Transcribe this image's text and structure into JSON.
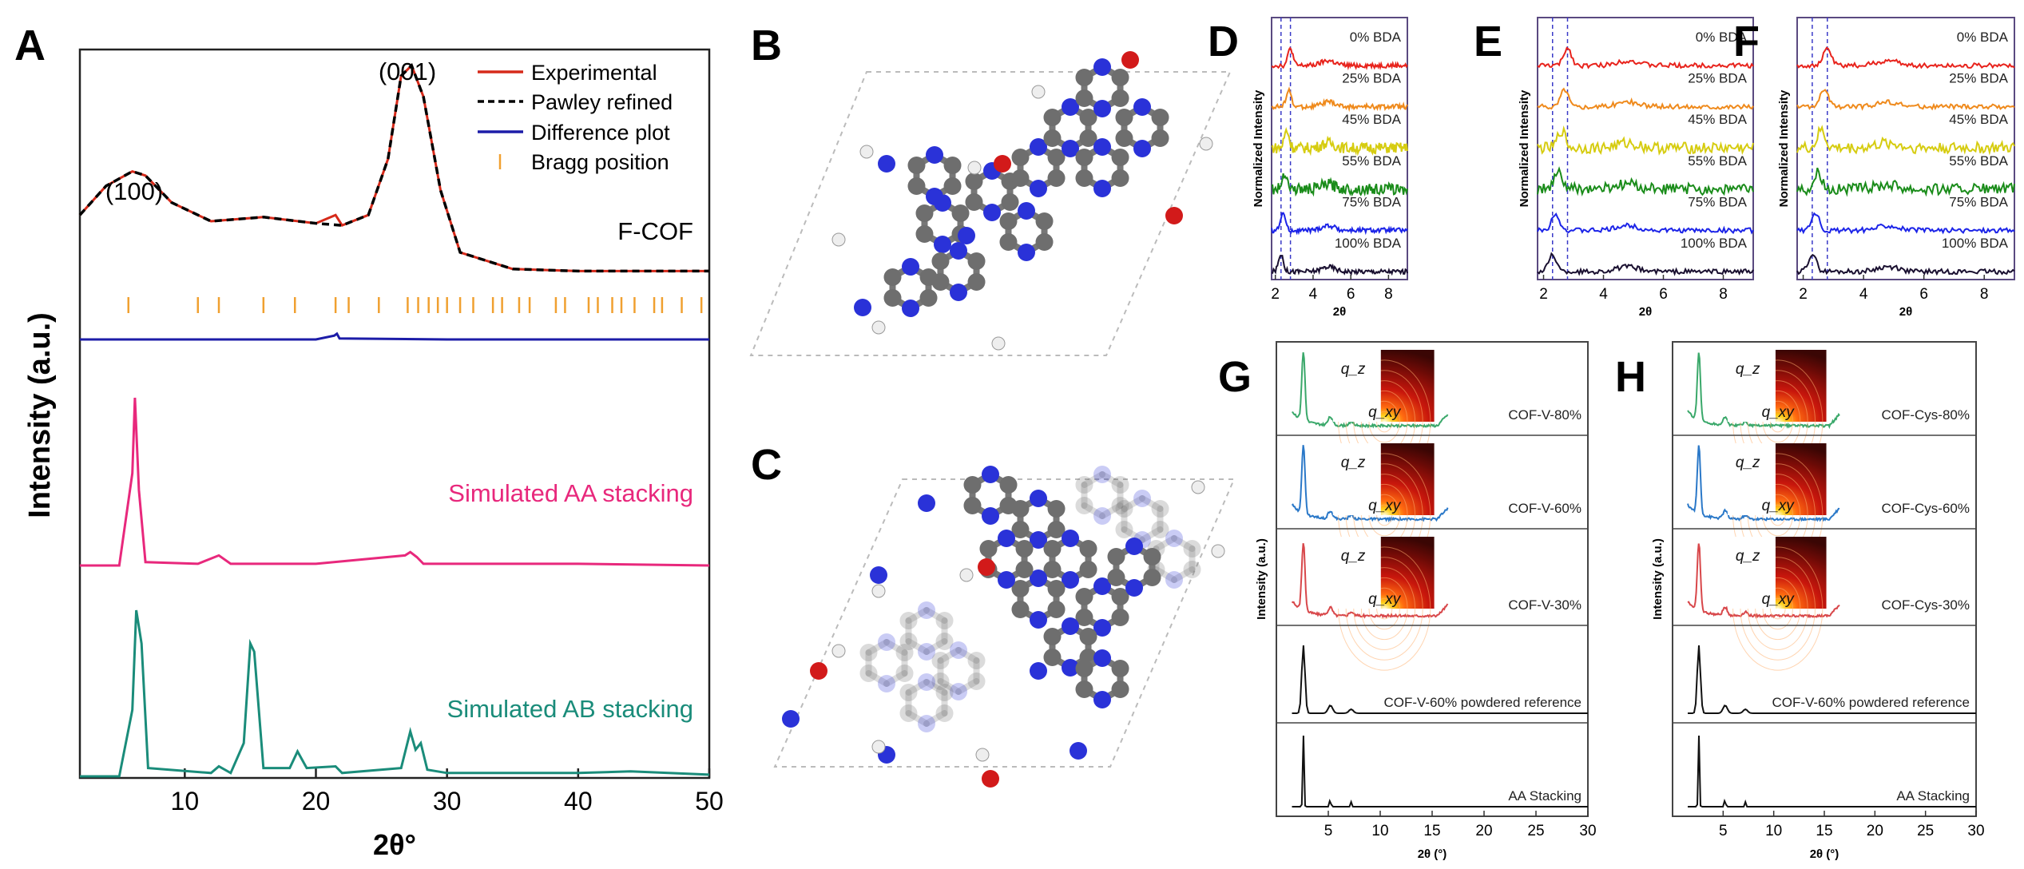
{
  "panel_labels": {
    "A": "A",
    "B": "B",
    "C": "C",
    "D": "D",
    "E": "E",
    "F": "F",
    "G": "G",
    "H": "H"
  },
  "chart_data": [
    {
      "panel": "A",
      "type": "line",
      "xlabel": "2θ°",
      "ylabel": "Intensity (a.u.)",
      "xlim": [
        2,
        50
      ],
      "xticks": [
        "10",
        "20",
        "30",
        "40",
        "50"
      ],
      "legend": [
        "Experimental",
        "Pawley refined",
        "Difference plot",
        "Bragg position"
      ],
      "legend_position": "top-right",
      "annotations": [
        "(100)",
        "(001)",
        "F-COF"
      ],
      "series": [
        {
          "name": "Experimental",
          "color": "#d62a1a",
          "x": [
            2,
            4,
            6,
            7,
            9,
            12,
            16,
            20,
            21.5,
            22,
            24,
            25.5,
            26.5,
            27.3,
            28.2,
            29.5,
            31,
            35,
            40,
            45,
            50
          ],
          "y": [
            0.28,
            0.42,
            0.49,
            0.47,
            0.34,
            0.25,
            0.27,
            0.24,
            0.28,
            0.23,
            0.28,
            0.55,
            0.95,
            1.0,
            0.85,
            0.4,
            0.1,
            0.02,
            0.01,
            0.01,
            0.01
          ]
        },
        {
          "name": "Pawley refined",
          "color": "#000000",
          "x": [
            2,
            4,
            6,
            7,
            9,
            12,
            16,
            20,
            22,
            24,
            25.5,
            26.5,
            27.3,
            28.2,
            29.5,
            31,
            35,
            40,
            45,
            50
          ],
          "y": [
            0.28,
            0.42,
            0.49,
            0.47,
            0.34,
            0.25,
            0.27,
            0.24,
            0.23,
            0.28,
            0.55,
            0.95,
            1.0,
            0.85,
            0.4,
            0.1,
            0.02,
            0.01,
            0.01,
            0.01
          ]
        },
        {
          "name": "Difference plot",
          "color": "#1c1ca8",
          "x": [
            2,
            10,
            20,
            21.4,
            21.6,
            21.8,
            30,
            40,
            50
          ],
          "y": [
            0,
            0,
            0,
            0.08,
            0.12,
            0.02,
            0,
            0,
            0
          ]
        },
        {
          "name": "Simulated AA stacking",
          "color": "#e8287c",
          "x": [
            2,
            5,
            6,
            6.2,
            6.5,
            7,
            11,
            12.6,
            13.5,
            20,
            26.8,
            27.2,
            27.7,
            28.2,
            30,
            40,
            50
          ],
          "y": [
            0,
            0,
            0.55,
            1.0,
            0.45,
            0.02,
            0.01,
            0.06,
            0.01,
            0.01,
            0.06,
            0.08,
            0.05,
            0.01,
            0.01,
            0.01,
            0
          ]
        },
        {
          "name": "Simulated AB stacking",
          "color": "#1a8c7a",
          "x": [
            2,
            5,
            6,
            6.3,
            6.7,
            7.2,
            12,
            12.6,
            13.5,
            14.5,
            15,
            15.3,
            16,
            18,
            18.6,
            19.3,
            21.5,
            22,
            26.5,
            27.2,
            27.6,
            28,
            28.5,
            30,
            40,
            44,
            50
          ],
          "y": [
            0,
            0,
            0.4,
            1.0,
            0.8,
            0.05,
            0.02,
            0.06,
            0.02,
            0.2,
            0.8,
            0.75,
            0.05,
            0.05,
            0.15,
            0.05,
            0.06,
            0.02,
            0.05,
            0.27,
            0.16,
            0.2,
            0.04,
            0.02,
            0.02,
            0.03,
            0.01
          ]
        }
      ],
      "series_labels": [
        "Simulated AA stacking",
        "Simulated AB stacking"
      ]
    },
    {
      "panel": "D",
      "type": "line",
      "xlabel": "2θ",
      "ylabel": "Normalized Intensity",
      "xlim": [
        1.8,
        9
      ],
      "xticks": [
        "2",
        "4",
        "6",
        "8"
      ],
      "series": [
        {
          "name": "0% BDA",
          "color": "#e8231c",
          "peak": 2.8
        },
        {
          "name": "25% BDA",
          "color": "#ef8a1c",
          "peak": 2.7
        },
        {
          "name": "45% BDA",
          "color": "#d6cc10",
          "peak": 2.6
        },
        {
          "name": "55% BDA",
          "color": "#1a8c1a",
          "peak": 2.5
        },
        {
          "name": "75% BDA",
          "color": "#1c24e8",
          "peak": 2.4
        },
        {
          "name": "100% BDA",
          "color": "#1a1030",
          "peak": 2.3
        }
      ]
    },
    {
      "panel": "E",
      "type": "line",
      "xlabel": "2θ",
      "ylabel": "Normalized Intensity",
      "xlim": [
        1.8,
        9
      ],
      "xticks": [
        "2",
        "4",
        "6",
        "8"
      ],
      "series": [
        {
          "name": "0% BDA",
          "color": "#e8231c",
          "peak": 2.8
        },
        {
          "name": "25% BDA",
          "color": "#ef8a1c",
          "peak": 2.7
        },
        {
          "name": "45% BDA",
          "color": "#d6cc10",
          "peak": 2.6
        },
        {
          "name": "55% BDA",
          "color": "#1a8c1a",
          "peak": 2.5
        },
        {
          "name": "75% BDA",
          "color": "#1c24e8",
          "peak": 2.4
        },
        {
          "name": "100% BDA",
          "color": "#1a1030",
          "peak": 2.3
        }
      ]
    },
    {
      "panel": "F",
      "type": "line",
      "xlabel": "2θ",
      "ylabel": "Normalized Intensity",
      "xlim": [
        1.8,
        9
      ],
      "xticks": [
        "2",
        "4",
        "6",
        "8"
      ],
      "series": [
        {
          "name": "0% BDA",
          "color": "#e8231c",
          "peak": 2.8
        },
        {
          "name": "25% BDA",
          "color": "#ef8a1c",
          "peak": 2.7
        },
        {
          "name": "45% BDA",
          "color": "#d6cc10",
          "peak": 2.6
        },
        {
          "name": "55% BDA",
          "color": "#1a8c1a",
          "peak": 2.5
        },
        {
          "name": "75% BDA",
          "color": "#1c24e8",
          "peak": 2.4
        },
        {
          "name": "100% BDA",
          "color": "#1a1030",
          "peak": 2.3
        }
      ]
    },
    {
      "panel": "G",
      "type": "line",
      "xlabel": "2θ (°)",
      "ylabel": "Intensity (a.u.)",
      "xlim": [
        0,
        30
      ],
      "xticks": [
        "5",
        "10",
        "15",
        "20",
        "25",
        "30"
      ],
      "inset_axis_labels": [
        "q_z",
        "q_xy"
      ],
      "series": [
        {
          "name": "COF-V-80%",
          "color": "#3aa86a"
        },
        {
          "name": "COF-V-60%",
          "color": "#2a78c8"
        },
        {
          "name": "COF-V-30%",
          "color": "#d8474a"
        },
        {
          "name": "COF-V-60% powdered reference",
          "color": "#111111"
        },
        {
          "name": "AA Stacking",
          "color": "#111111"
        }
      ]
    },
    {
      "panel": "H",
      "type": "line",
      "xlabel": "2θ (°)",
      "ylabel": "Intensity (a.u.)",
      "xlim": [
        0,
        30
      ],
      "xticks": [
        "5",
        "10",
        "15",
        "20",
        "25",
        "30"
      ],
      "inset_axis_labels": [
        "q_z",
        "q_xy"
      ],
      "series": [
        {
          "name": "COF-Cys-80%",
          "color": "#3aa86a"
        },
        {
          "name": "COF-Cys-60%",
          "color": "#2a78c8"
        },
        {
          "name": "COF-Cys-30%",
          "color": "#d8474a"
        },
        {
          "name": "COF-V-60% powdered reference",
          "color": "#111111"
        },
        {
          "name": "AA Stacking",
          "color": "#111111"
        }
      ]
    }
  ]
}
